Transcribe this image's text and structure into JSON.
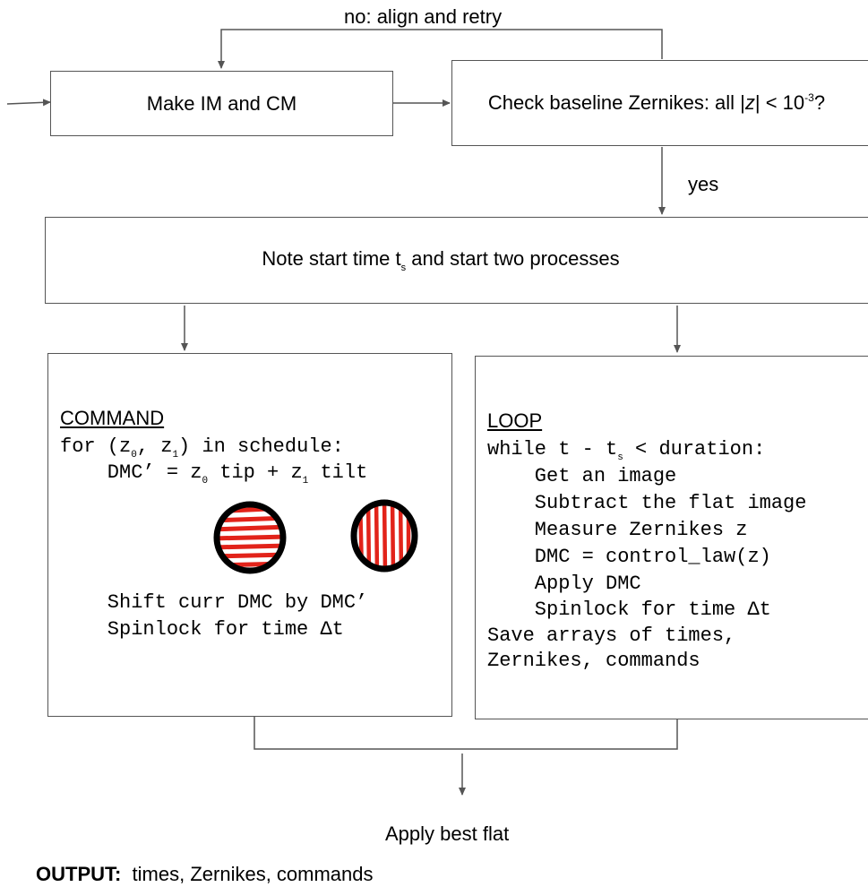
{
  "top_loop_label": "no: align and retry",
  "make_box": {
    "label": "Make IM and CM"
  },
  "check_box": {
    "text": "Check baseline Zernikes: all |",
    "var": "z",
    "mid": "| < 10",
    "exp": "-3",
    "tail": "?"
  },
  "yes_label": "yes",
  "start_box": {
    "pre": "Note start time t",
    "sub": "s",
    "post": " and start two processes"
  },
  "command_box": {
    "header": "COMMAND",
    "l1_a": "for (z",
    "l1_s1": "0",
    "l1_b": ", z",
    "l1_s2": "1",
    "l1_c": ") in schedule:",
    "l2_a": "    DMC’ = z",
    "l2_s1": "0",
    "l2_b": " tip + z",
    "l2_s2": "1",
    "l2_c": " tilt",
    "l3": "    Shift curr DMC by DMC’",
    "l4": "    Spinlock for time Δt"
  },
  "loop_box": {
    "header": "LOOP",
    "l1_a": "while t - t",
    "l1_s": "s",
    "l1_b": " < duration:",
    "l2": "    Get an image",
    "l3": "    Subtract the flat image",
    "l4": "    Measure Zernikes z",
    "l5": "    DMC = control_law(z)",
    "l6": "    Apply DMC",
    "l7": "    Spinlock for time Δt",
    "l8": "Save arrays of times,",
    "l9": "Zernikes, commands"
  },
  "final_label": "Apply best flat",
  "output": {
    "label": "OUTPUT:",
    "value": "  times, Zernikes, commands"
  }
}
